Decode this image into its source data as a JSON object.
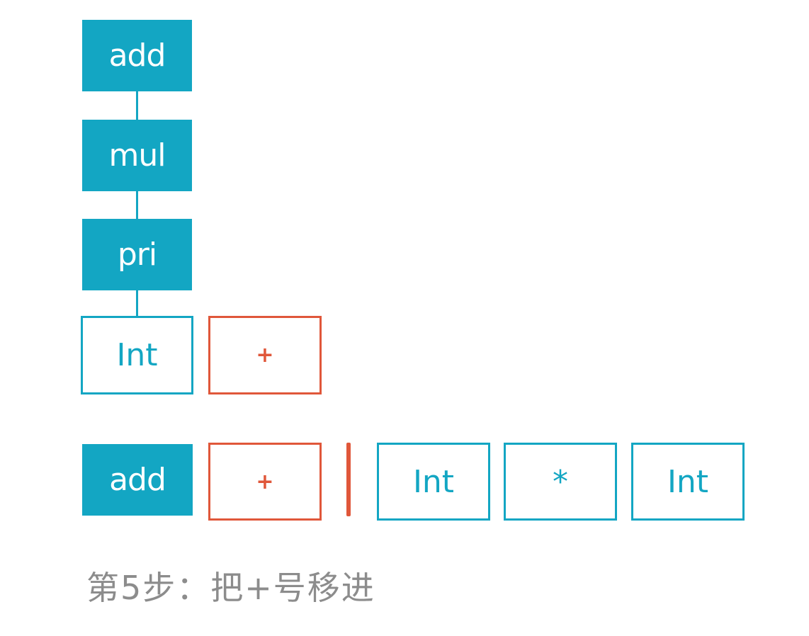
{
  "stack": {
    "nodes": [
      {
        "label": "add"
      },
      {
        "label": "mul"
      },
      {
        "label": "pri"
      },
      {
        "label": "Int"
      }
    ],
    "plus": "+"
  },
  "row": {
    "add": "add",
    "plus": "+",
    "tokens": [
      "Int",
      "*",
      "Int"
    ]
  },
  "caption": "第5步：把+号移进",
  "colors": {
    "teal": "#13a6c3",
    "red": "#e0573a",
    "caption_gray": "#8c8c8c"
  }
}
